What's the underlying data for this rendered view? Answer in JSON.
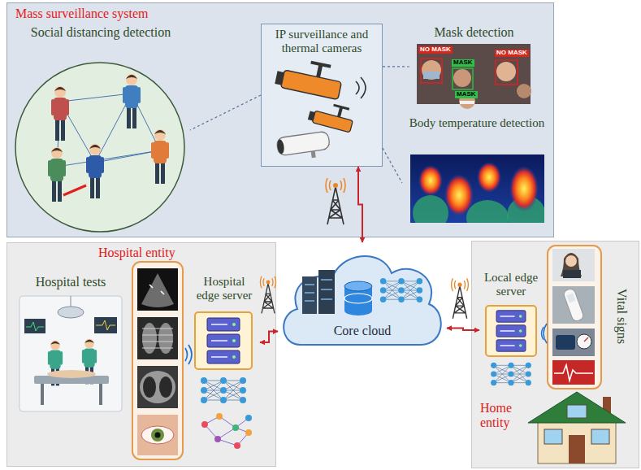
{
  "diagram": {
    "nodes": [
      {
        "text": [
          "Mass surveillance system"
        ]
      },
      {
        "text": [
          "Social distancing detection"
        ],
        "in": 0
      },
      {
        "text": [
          "IP surveillance and thermal cameras"
        ],
        "in": 0
      },
      {
        "text": [
          "Mask detection"
        ],
        "in": 0
      },
      {
        "text": [
          "Body temperature detection"
        ],
        "in": 0
      },
      {
        "text": [
          "Hospital entity"
        ]
      },
      {
        "text": [
          "Hospital tests"
        ],
        "in": 5
      },
      {
        "text": [
          "Hospital edge server"
        ],
        "in": 5
      },
      {
        "text": [
          "Core cloud"
        ]
      },
      {
        "text": [
          "Home entity"
        ]
      },
      {
        "text": [
          "Local edge server"
        ],
        "in": 9
      },
      {
        "text": [
          "Vital signs"
        ],
        "in": 9
      }
    ],
    "edges": [
      {
        "from": 2,
        "to": 8,
        "arrow": "both"
      },
      {
        "from": 7,
        "to": 8,
        "arrow": "both"
      },
      {
        "from": 10,
        "to": 8,
        "arrow": "both"
      },
      {
        "from": 2,
        "to": 1,
        "arrow": "none"
      },
      {
        "from": 2,
        "to": 3,
        "arrow": "none"
      },
      {
        "from": 2,
        "to": 4,
        "arrow": "none"
      }
    ],
    "labels": [
      "NO MASK",
      "MASK",
      "NO MASK",
      "MASK"
    ]
  }
}
